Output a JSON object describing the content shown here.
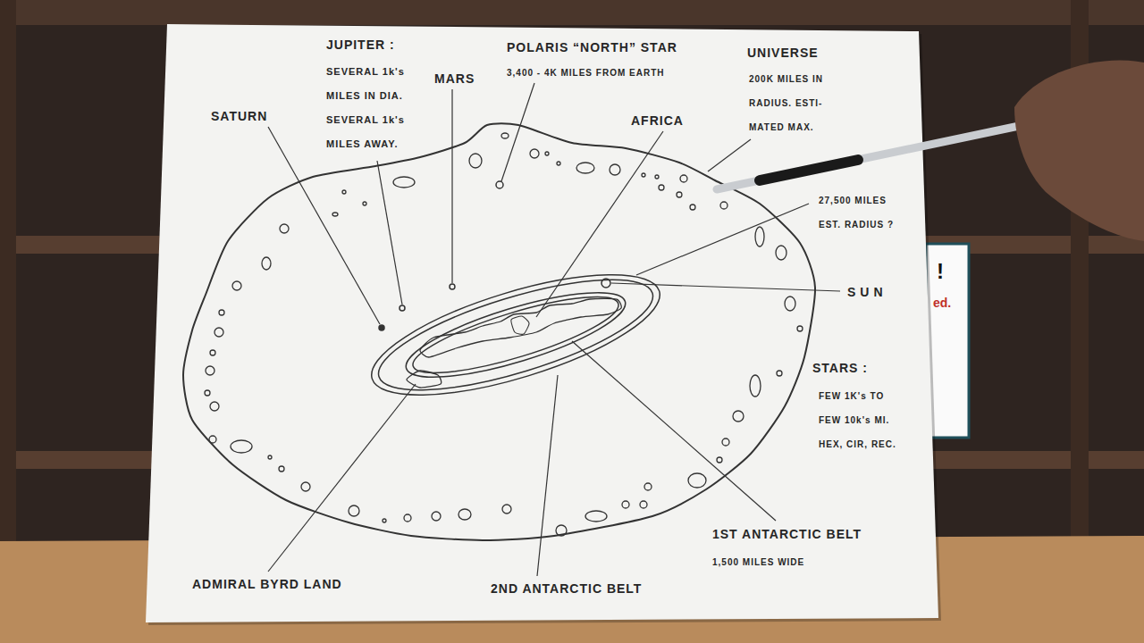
{
  "diagram": {
    "labels": [
      "JUPITER :",
      "SEVERAL 1k's MILES IN DIA. SEVERAL 1k's MILES AWAY.",
      "MARS",
      "POLARIS “NORTH” STAR",
      "3,400 - 4K MILES FROM EARTH",
      "UNIVERSE",
      "200K MILES IN RADIUS. ESTI- MATED MAX.",
      "SATURN",
      "AFRICA",
      "27,500 MILES EST. RADIUS ?",
      "SUN",
      "STARS :",
      "FEW 1K's TO FEW 10k's MI. HEX, CIR, REC.",
      "1ST ANTARCTIC BELT",
      "1,500 MILES WIDE",
      "ADMIRAL BYRD LAND",
      "2ND ANTARCTIC BELT",
      "!",
      "ed."
    ]
  }
}
